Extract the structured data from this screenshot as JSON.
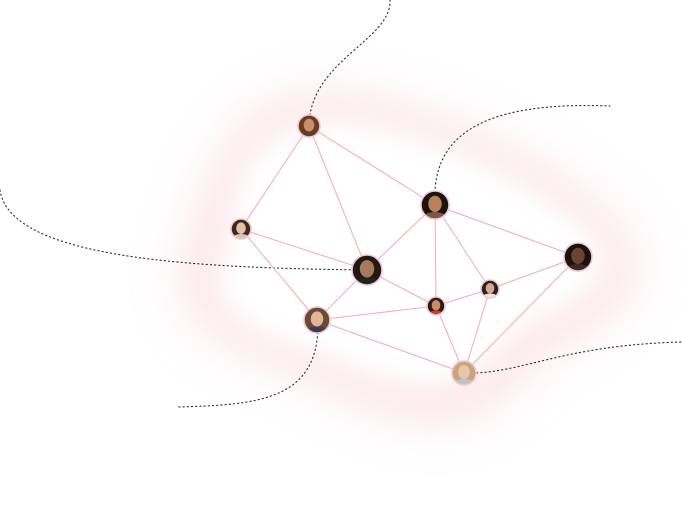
{
  "colors": {
    "background": "#ffffff",
    "glow": "#f7c9cf",
    "edge": "#f3a9b3",
    "wire": "#2b2b2b",
    "ring": "#f1c6cc"
  },
  "nodes": [
    {
      "id": "n1",
      "icon": "person-avatar",
      "skin": "#c98f6d",
      "hair": "#6a3b22",
      "shirt": "#5a3d2f"
    },
    {
      "id": "n2",
      "icon": "person-avatar",
      "skin": "#e7c0a8",
      "hair": "#3a2a22",
      "shirt": "#d9c6bb"
    },
    {
      "id": "n3",
      "icon": "person-avatar",
      "skin": "#b9805b",
      "hair": "#1a1410",
      "shirt": "#7a5a46"
    },
    {
      "id": "n4",
      "icon": "person-avatar",
      "skin": "#a8795a",
      "hair": "#1f1a17",
      "shirt": "#222222"
    },
    {
      "id": "n5",
      "icon": "person-avatar",
      "skin": "#e2b59c",
      "hair": "#6b4a3a",
      "shirt": "#3b3f52"
    },
    {
      "id": "n6",
      "icon": "person-avatar",
      "skin": "#6b4331",
      "hair": "#1a1210",
      "shirt": "#3a2a22"
    },
    {
      "id": "n7",
      "icon": "person-avatar",
      "skin": "#d6a98c",
      "hair": "#2a2220",
      "shirt": "#e6e6e6"
    },
    {
      "id": "n8",
      "icon": "person-avatar",
      "skin": "#c98b6a",
      "hair": "#2b1d18",
      "shirt": "#c2402f"
    },
    {
      "id": "n9",
      "icon": "person-avatar",
      "skin": "#e8c6ae",
      "hair": "#c9a67a",
      "shirt": "#b8c4c9"
    }
  ],
  "edges": [
    [
      "n1",
      "n2"
    ],
    [
      "n1",
      "n4"
    ],
    [
      "n1",
      "n3"
    ],
    [
      "n2",
      "n4"
    ],
    [
      "n2",
      "n5"
    ],
    [
      "n4",
      "n3"
    ],
    [
      "n4",
      "n5"
    ],
    [
      "n4",
      "n8"
    ],
    [
      "n3",
      "n7"
    ],
    [
      "n3",
      "n6"
    ],
    [
      "n3",
      "n8"
    ],
    [
      "n6",
      "n7"
    ],
    [
      "n6",
      "n9"
    ],
    [
      "n7",
      "n8"
    ],
    [
      "n7",
      "n9"
    ],
    [
      "n5",
      "n8"
    ],
    [
      "n5",
      "n9"
    ],
    [
      "n8",
      "n9"
    ]
  ]
}
